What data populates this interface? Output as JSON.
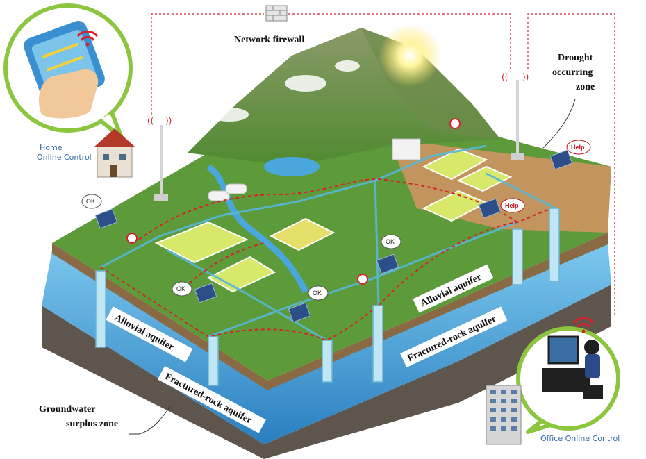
{
  "labels": {
    "network_firewall": "Network firewall",
    "drought_line1": "Drought",
    "drought_line2": "occurring",
    "drought_line3": "zone",
    "surplus_line1": "Groundwater",
    "surplus_line2": "surplus zone",
    "home_line1": "Home",
    "home_line2": "Online Control",
    "office": "Office Online Control"
  },
  "aquifers": {
    "alluvial_left": "Alluvial aquifer",
    "fractured_left": "Fractured-rock aquifer",
    "alluvial_right": "Alluvial aquifer",
    "fractured_right": "Fractured-rock aquifer"
  },
  "bubbles": {
    "ok": "OK",
    "help": "Help"
  },
  "colors": {
    "grass": "#5d9a3a",
    "water": "#3d9ad6",
    "soil_dry": "#b58a55",
    "rock": "#6e6257",
    "pipe": "#57b8d8",
    "network_line": "#d8202a",
    "bubble_ring": "#8cc63f"
  }
}
